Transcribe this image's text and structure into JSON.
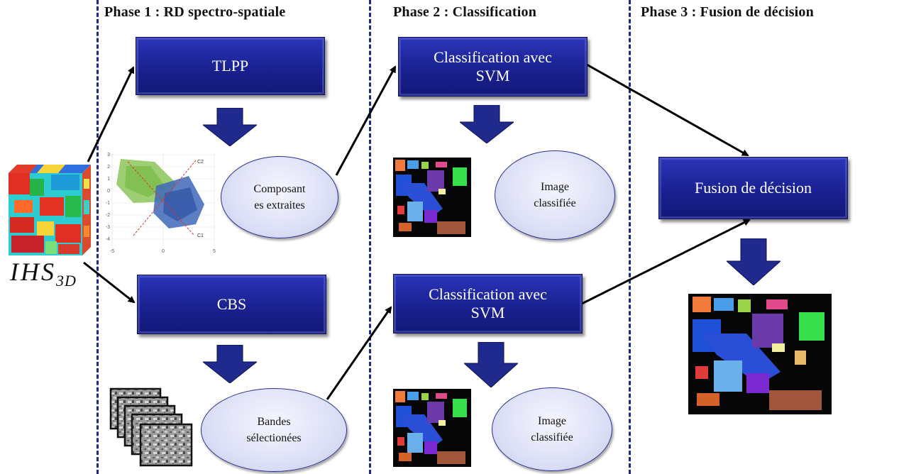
{
  "phases": {
    "phase1": "Phase 1 : RD spectro-spatiale",
    "phase2": "Phase 2 : Classification",
    "phase3": "Phase 3 : Fusion de décision"
  },
  "input": {
    "label_main": "IHS",
    "label_sub": "3D"
  },
  "boxes": {
    "tlpp": "TLPP",
    "cbs": "CBS",
    "svm_top_line1": "Classification avec",
    "svm_top_line2": "SVM",
    "svm_bottom_line1": "Classification avec",
    "svm_bottom_line2": "SVM",
    "fusion": "Fusion de décision"
  },
  "ellipses": {
    "components_line1": "Composant",
    "components_line2": "es extraites",
    "bands_line1": "Bandes",
    "bands_line2": "sélectionées",
    "classified_top_line1": "Image",
    "classified_top_line2": "classifiée",
    "classified_bottom_line1": "Image",
    "classified_bottom_line2": "classifiée"
  },
  "scatter": {
    "y_ticks": [
      "3",
      "2",
      "1",
      "0",
      "-1",
      "-2",
      "-3",
      "-4"
    ],
    "x_ticks": [
      "-5",
      "0",
      "5"
    ],
    "axis_c1": "C1",
    "axis_c2": "C2"
  },
  "colors": {
    "box": "#1a2191",
    "arrow": "#1f2a8c",
    "divider": "#1b2a8a"
  }
}
